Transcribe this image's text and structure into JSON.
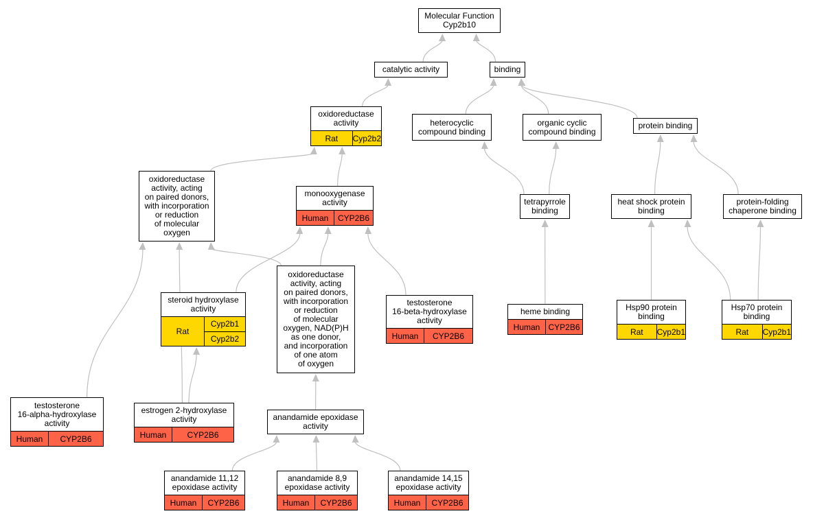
{
  "colors": {
    "edge": "#c0c0c0",
    "rat": "#ffd700",
    "human": "#ff6347",
    "node_bg": "#ffffff",
    "border": "#000000"
  },
  "nodes": {
    "mf": {
      "label": "Molecular Function\nCyp2b10"
    },
    "cat": {
      "label": "catalytic activity"
    },
    "bind": {
      "label": "binding"
    },
    "oxred": {
      "label": "oxidoreductase\nactivity",
      "species": "Rat",
      "genes": [
        "Cyp2b2"
      ]
    },
    "hetero": {
      "label": "heterocyclic\ncompound binding"
    },
    "orgcyc": {
      "label": "organic cyclic\ncompound binding"
    },
    "protbind": {
      "label": "protein binding"
    },
    "oxredpd": {
      "label": "oxidoreductase\nactivity, acting\non paired donors,\nwith incorporation\nor reduction\nof molecular\noxygen"
    },
    "monoox": {
      "label": "monooxygenase\nactivity",
      "species": "Human",
      "genes": [
        "CYP2B6"
      ]
    },
    "tetra": {
      "label": "tetrapyrrole\nbinding"
    },
    "hsbind": {
      "label": "heat shock protein\nbinding"
    },
    "pfold": {
      "label": "protein-folding\nchaperone binding"
    },
    "oxrednadph": {
      "label": "oxidoreductase\nactivity, acting\non paired donors,\nwith incorporation\nor reduction\nof molecular\noxygen, NAD(P)H\nas one donor,\nand incorporation\nof one atom\nof oxygen"
    },
    "steroid": {
      "label": "steroid hydroxylase\nactivity",
      "species": "Rat",
      "genes": [
        "Cyp2b1",
        "Cyp2b2"
      ]
    },
    "t16b": {
      "label": "testosterone\n16-beta-hydroxylase\nactivity",
      "species": "Human",
      "genes": [
        "CYP2B6"
      ]
    },
    "heme": {
      "label": "heme binding",
      "species": "Human",
      "genes": [
        "CYP2B6"
      ]
    },
    "hsp90": {
      "label": "Hsp90 protein\nbinding",
      "species": "Rat",
      "genes": [
        "Cyp2b1"
      ]
    },
    "hsp70": {
      "label": "Hsp70 protein\nbinding",
      "species": "Rat",
      "genes": [
        "Cyp2b1"
      ]
    },
    "t16a": {
      "label": "testosterone\n16-alpha-hydroxylase\nactivity",
      "species": "Human",
      "genes": [
        "CYP2B6"
      ]
    },
    "estro": {
      "label": "estrogen 2-hydroxylase\nactivity",
      "species": "Human",
      "genes": [
        "CYP2B6"
      ]
    },
    "anan": {
      "label": "anandamide epoxidase\nactivity"
    },
    "a1112": {
      "label": "anandamide 11,12\nepoxidase activity",
      "species": "Human",
      "genes": [
        "CYP2B6"
      ]
    },
    "a89": {
      "label": "anandamide 8,9\nepoxidase activity",
      "species": "Human",
      "genes": [
        "CYP2B6"
      ]
    },
    "a1415": {
      "label": "anandamide 14,15\nepoxidase activity",
      "species": "Human",
      "genes": [
        "CYP2B6"
      ]
    }
  },
  "edges": [
    [
      "cat",
      "mf"
    ],
    [
      "bind",
      "mf"
    ],
    [
      "oxred",
      "cat"
    ],
    [
      "hetero",
      "bind"
    ],
    [
      "orgcyc",
      "bind"
    ],
    [
      "protbind",
      "bind"
    ],
    [
      "oxredpd",
      "oxred"
    ],
    [
      "monoox",
      "oxred"
    ],
    [
      "tetra",
      "hetero"
    ],
    [
      "tetra",
      "orgcyc"
    ],
    [
      "hsbind",
      "protbind"
    ],
    [
      "pfold",
      "protbind"
    ],
    [
      "oxrednadph",
      "oxredpd"
    ],
    [
      "oxrednadph",
      "monoox"
    ],
    [
      "steroid",
      "monoox"
    ],
    [
      "t16b",
      "monoox"
    ],
    [
      "heme",
      "tetra"
    ],
    [
      "hsp90",
      "hsbind"
    ],
    [
      "hsp70",
      "hsbind"
    ],
    [
      "hsp70",
      "pfold"
    ],
    [
      "t16a",
      "oxredpd"
    ],
    [
      "estro",
      "oxredpd"
    ],
    [
      "estro",
      "steroid"
    ],
    [
      "anan",
      "oxrednadph"
    ],
    [
      "a1112",
      "anan"
    ],
    [
      "a89",
      "anan"
    ],
    [
      "a1415",
      "anan"
    ]
  ]
}
